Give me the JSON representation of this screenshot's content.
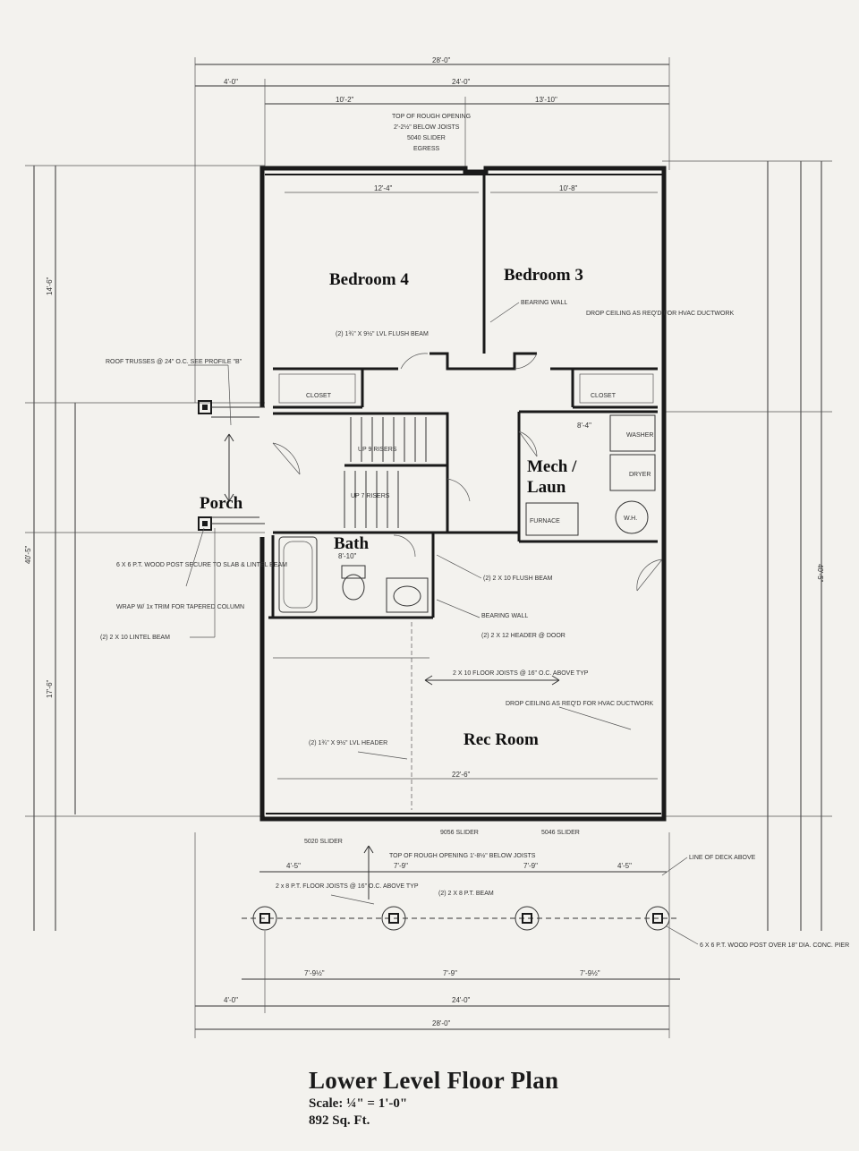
{
  "title": "Lower Level Floor Plan",
  "scale": "Scale: ¼\" = 1'-0\"",
  "area": "892 Sq. Ft.",
  "rooms": {
    "bedroom4": "Bedroom 4",
    "bedroom3": "Bedroom 3",
    "mech_laun_line1": "Mech /",
    "mech_laun_line2": "Laun",
    "porch": "Porch",
    "bath": "Bath",
    "rec_room": "Rec Room"
  },
  "fixtures": {
    "closet_left": "CLOSET",
    "closet_right": "CLOSET",
    "furnace": "FURNACE",
    "washer": "WASHER",
    "dryer": "DRYER",
    "water_heater": "W.H."
  },
  "notes": {
    "egress_top": "TOP OF ROUGH OPENING",
    "egress_top2": "2'-2½\" BELOW JOISTS",
    "egress_top3": "5040 SLIDER",
    "egress_top4": "EGRESS",
    "bearing_wall": "BEARING WALL",
    "drop_ceiling": "DROP CEILING AS REQ'D FOR HVAC DUCTWORK",
    "lvl_beam": "(2) 1¾\" X 9½\" LVL FLUSH BEAM",
    "roof_trusses": "ROOF TRUSSES @ 24\" O.C. SEE PROFILE \"B\"",
    "wood_post": "6 X 6 P.T. WOOD POST SECURE TO SLAB & LINTEL BEAM",
    "wrap": "WRAP W/ 1x TRIM FOR TAPERED COLUMN",
    "lintel_beam": "(2) 2 X 10 LINTEL BEAM",
    "flush_beam": "(2) 2 X 10 FLUSH BEAM",
    "bearing_wall2": "BEARING WALL",
    "header_door": "(2) 2 X 12 HEADER @ DOOR",
    "floor_joists": "2 X 10 FLOOR JOISTS @ 16\" O.C. ABOVE TYP",
    "drop_ceiling2": "DROP CEILING AS REQ'D FOR HVAC DUCTWORK",
    "lvl_header": "(2) 1¾\" X 9½\" LVL HEADER",
    "rough_open_bottom": "TOP OF ROUGH OPENING 1'-8½\" BELOW JOISTS",
    "deck_joists": "2 x 8 P.T. FLOOR JOISTS @ 16\" O.C. ABOVE TYP",
    "pt_beam": "(2) 2 X 8 P.T. BEAM",
    "line_deck": "LINE OF DECK ABOVE",
    "deck_post": "6 X 6 P.T. WOOD POST OVER 18\" DIA. CONC. PIER",
    "risers_up": "UP 9 RISERS",
    "risers_dn": "UP 7 RISERS",
    "slider_1": "5020 SLIDER",
    "slider_2": "9056 SLIDER",
    "slider_3": "5046 SLIDER"
  },
  "dimensions": {
    "top_overall": "28'-0\"",
    "top_left": "4'-0\"",
    "top_right": "24'-0\"",
    "top_sub1": "10'-2\"",
    "top_sub2": "13'-10\"",
    "bed4_w": "12'-4\"",
    "bed3_w": "10'-8\"",
    "rec_w": "22'-6\"",
    "bath_w": "8'-10\"",
    "mech_w": "8'-4\"",
    "bottom_overall": "28'-0\"",
    "bottom_main": "24'-0\"",
    "bottom_left": "4'-0\"",
    "pier_sp1": "7'-9½\"",
    "pier_sp2": "7'-9\"",
    "pier_sp3": "7'-9½\"",
    "deck_sp1": "4'-5\"",
    "deck_sp2": "7'-9\"",
    "deck_sp3": "7'-9\"",
    "deck_sp4": "4'-5\"",
    "left_overall": "40'-5\"",
    "right_overall": "40'-5\"",
    "left_upper": "14'-6\"",
    "left_lower": "17'-6\""
  }
}
